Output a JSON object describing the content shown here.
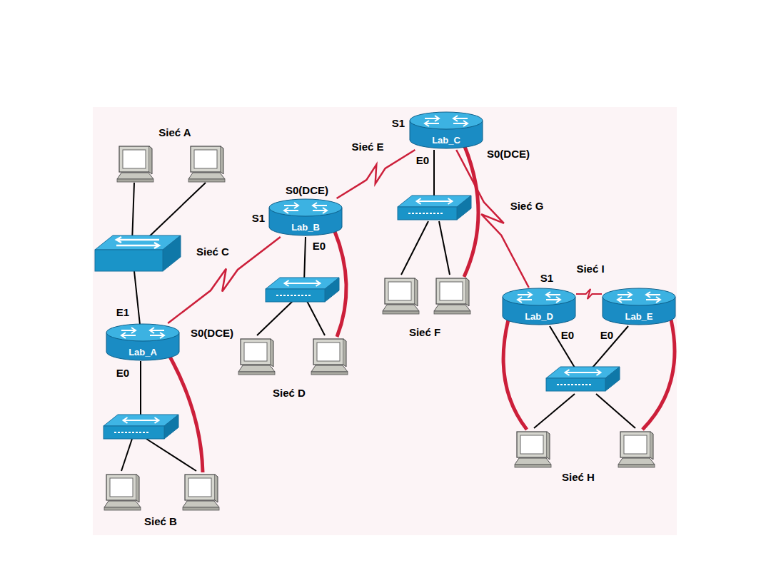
{
  "diagram": {
    "nodes": [
      {
        "text": [
          "Lab_A"
        ]
      },
      {
        "text": [
          "Lab_B"
        ]
      },
      {
        "text": [
          "Lab_C"
        ]
      },
      {
        "text": [
          "Lab_D"
        ]
      },
      {
        "text": [
          "Lab_E"
        ]
      }
    ],
    "edges": [
      {
        "from": 0,
        "to": 1,
        "arrow": "none",
        "label": "Sieć C"
      },
      {
        "from": 1,
        "to": 2,
        "arrow": "none",
        "label": "Sieć E"
      },
      {
        "from": 2,
        "to": 3,
        "arrow": "none",
        "label": "Sieć G"
      },
      {
        "from": 3,
        "to": 4,
        "arrow": "none",
        "label": "Sieć I"
      }
    ],
    "labels": [
      "Sieć A",
      "E1",
      "S0(DCE)",
      "E0",
      "Sieć B",
      "S0(DCE)",
      "S1",
      "E0",
      "Sieć D",
      "S1",
      "E0",
      "S0(DCE)",
      "Sieć F",
      "S1",
      "E0",
      "E0",
      "Sieć H"
    ]
  }
}
